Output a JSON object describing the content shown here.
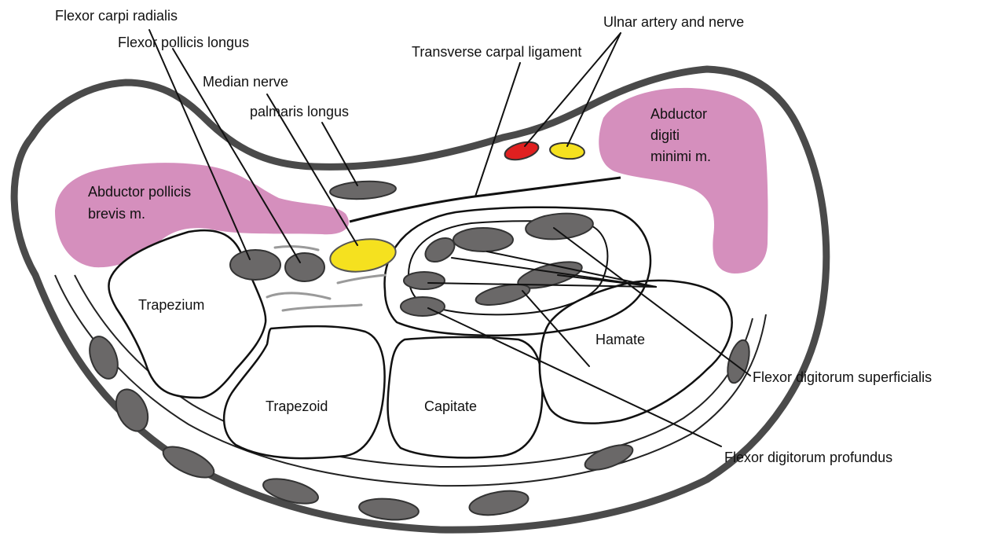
{
  "colors": {
    "muscle": "#d58fbd",
    "tendon": "#6a6868",
    "nerve": "#f5e11f",
    "artery": "#e02020",
    "outline": "#4a4a4a"
  },
  "labels": {
    "flexor_carpi_radialis": "Flexor carpi radialis",
    "flexor_pollicis_longus": "Flexor pollicis longus",
    "median_nerve": "Median nerve",
    "palmaris_longus": "palmaris longus",
    "transverse_carpal_ligament": "Transverse carpal ligament",
    "ulnar_artery_and_nerve": "Ulnar artery and nerve",
    "abductor_digiti_line1": "Abductor",
    "abductor_digiti_line2": "digiti",
    "abductor_digiti_line3": "minimi m.",
    "abductor_pollicis_line1": "Abductor pollicis",
    "abductor_pollicis_line2": "brevis m.",
    "flexor_digitorum_superficialis": "Flexor digitorum superficialis",
    "flexor_digitorum_profundus": "Flexor digitorum profundus"
  },
  "bones": {
    "trapezium": "Trapezium",
    "trapezoid": "Trapezoid",
    "capitate": "Capitate",
    "hamate": "Hamate"
  }
}
